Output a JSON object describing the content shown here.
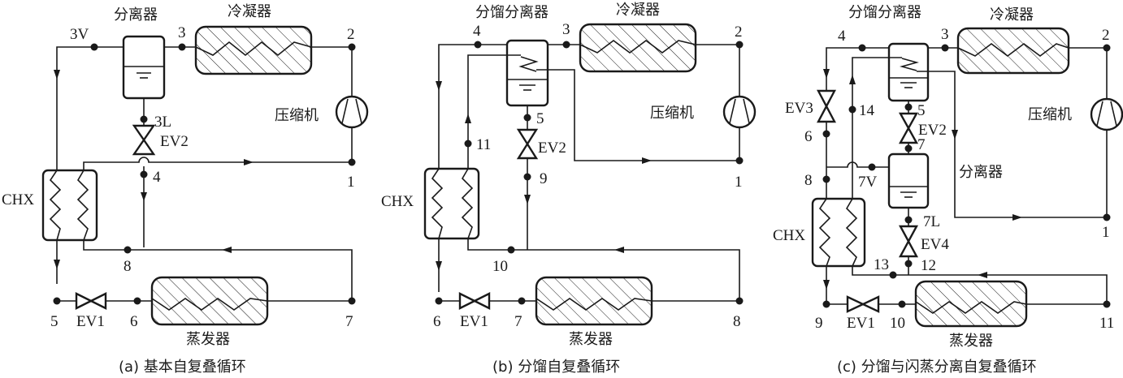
{
  "figure": {
    "panels": [
      {
        "id": "a",
        "caption": "(a) 基本自复叠循环",
        "components": {
          "separator": "分离器",
          "condenser": "冷凝器",
          "compressor": "压缩机",
          "evaporator": "蒸发器",
          "chx": "CHX",
          "ev1": "EV1",
          "ev2": "EV2"
        },
        "points": [
          "3V",
          "3",
          "2",
          "3L",
          "4",
          "1",
          "8",
          "5",
          "6",
          "7"
        ]
      },
      {
        "id": "b",
        "caption": "(b) 分馏自复叠循环",
        "components": {
          "separator": "分馏分离器",
          "condenser": "冷凝器",
          "compressor": "压缩机",
          "evaporator": "蒸发器",
          "chx": "CHX",
          "ev1": "EV1",
          "ev2": "EV2"
        },
        "points": [
          "4",
          "3",
          "2",
          "5",
          "11",
          "9",
          "1",
          "10",
          "6",
          "7",
          "8"
        ]
      },
      {
        "id": "c",
        "caption": "(c) 分馏与闪蒸分离自复叠循环",
        "components": {
          "separator": "分馏分离器",
          "condenser": "冷凝器",
          "compressor": "压缩机",
          "separator2": "分离器",
          "evaporator": "蒸发器",
          "chx": "CHX",
          "ev1": "EV1",
          "ev2": "EV2",
          "ev3": "EV3",
          "ev4": "EV4"
        },
        "points": [
          "4",
          "3",
          "2",
          "14",
          "5",
          "6",
          "7",
          "8",
          "7V",
          "7L",
          "12",
          "13",
          "1",
          "9",
          "10",
          "11"
        ]
      }
    ]
  }
}
